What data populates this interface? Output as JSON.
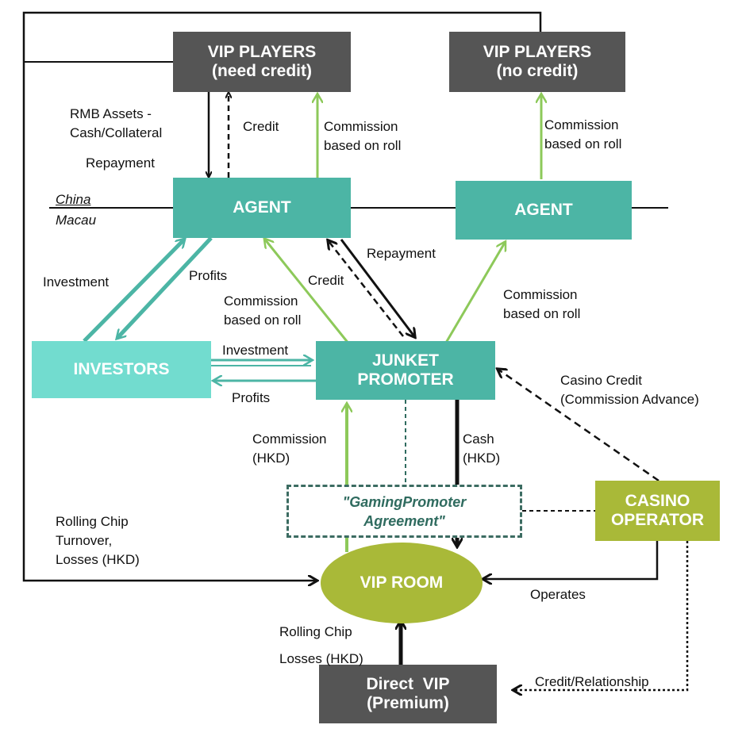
{
  "colors": {
    "dark_box": "#555555",
    "teal_box": "#4cb5a5",
    "light_teal_box": "#72dccf",
    "olive_box": "#a9b938",
    "teal_arrow": "#4cb5a5",
    "green_arrow": "#8dc95a",
    "black_arrow": "#111111"
  },
  "nodes": {
    "vip_need": {
      "line1": "VIP PLAYERS",
      "line2": "(need credit)"
    },
    "vip_no": {
      "line1": "VIP PLAYERS",
      "line2": "(no credit)"
    },
    "agent_left": "AGENT",
    "agent_right": "AGENT",
    "investors": "INVESTORS",
    "junket": {
      "line1": "JUNKET",
      "line2": "PROMOTER"
    },
    "agreement": {
      "line1": "\"GamingPromoter",
      "line2": "Agreement\""
    },
    "casino": {
      "line1": "CASINO",
      "line2": "OPERATOR"
    },
    "vip_room": "VIP ROOM",
    "direct_vip": {
      "line1": "Direct  VIP",
      "line2": "(Premium)"
    }
  },
  "labels": {
    "rmb_assets": {
      "line1": "RMB Assets -",
      "line2": "Cash/Collateral"
    },
    "repayment_top": "Repayment",
    "credit_top": "Credit",
    "commission_left": {
      "line1": "Commission",
      "line2": "based on roll"
    },
    "commission_right": {
      "line1": "Commission",
      "line2": "based on roll"
    },
    "china": "China",
    "macau": "Macau",
    "investment_left": "Investment",
    "profits_left": "Profits",
    "commission_mid": {
      "line1": "Commission",
      "line2": "based on roll"
    },
    "credit_mid": "Credit",
    "repayment_mid": "Repayment",
    "commission_agent_right": {
      "line1": "Commission",
      "line2": "based on roll"
    },
    "investment_mid": "Investment",
    "profits_mid": "Profits",
    "casino_credit": {
      "line1": "Casino Credit",
      "line2": "(Commission Advance)"
    },
    "commission_hkd": {
      "line1": "Commission",
      "line2": "(HKD)"
    },
    "cash_hkd": {
      "line1": "Cash",
      "line2": "(HKD)"
    },
    "rolling_turnover": {
      "line1": "Rolling Chip",
      "line2": "Turnover,",
      "line3": "Losses (HKD)"
    },
    "operates": "Operates",
    "rolling_losses": {
      "line1": "Rolling Chip",
      "line2": "Losses (HKD)"
    },
    "credit_relationship": "Credit/Relationship"
  }
}
